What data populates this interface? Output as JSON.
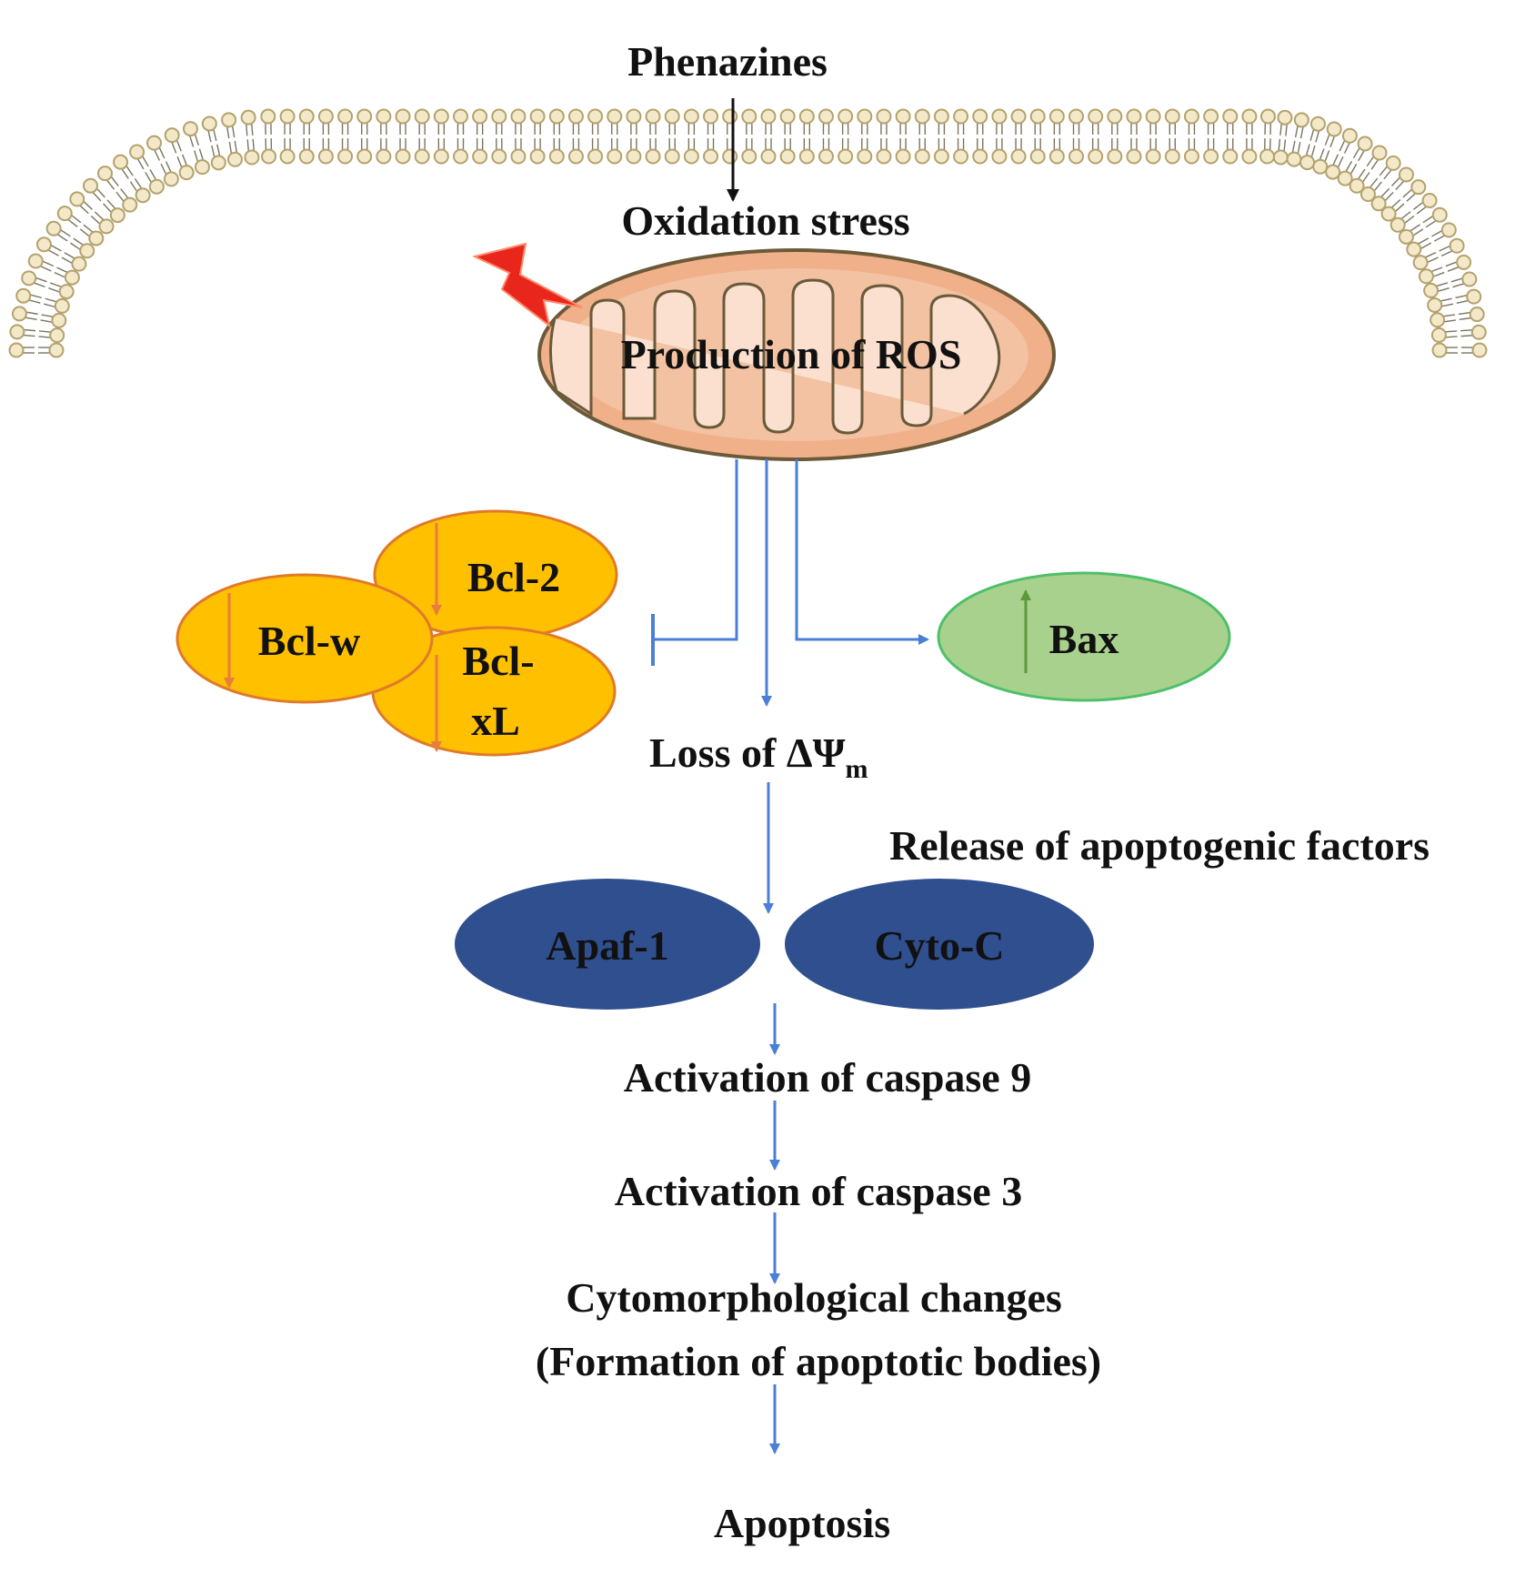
{
  "labels": {
    "phenazines": "Phenazines",
    "oxidation_stress": "Oxidation stress",
    "production_ros": "Production of ROS",
    "bcl2": "Bcl-2",
    "bclw": "Bcl-w",
    "bclxl_line1": "Bcl-",
    "bclxl_line2": "xL",
    "bax": "Bax",
    "loss_prefix": "Loss of ΔΨ",
    "loss_sub": "m",
    "release": "Release of apoptogenic factors",
    "apaf1": "Apaf-1",
    "cytoc": "Cyto-C",
    "caspase9": "Activation of caspase 9",
    "caspase3": "Activation of caspase 3",
    "cytomorph": "Cytomorphological changes",
    "formation": "(Formation of apoptotic bodies)",
    "apoptosis": "Apoptosis"
  },
  "colors": {
    "flow_arrow": "#4a7fd8",
    "bcl_fill": "#ffc000",
    "bcl_stroke": "#e07a2a",
    "down_arrow": "#e87d3e",
    "bax_fill": "#a9d18e",
    "bax_stroke": "#4ec06a",
    "up_arrow": "#5a9a3a",
    "factor_fill": "#2f4f8f",
    "mito_outer": "#f0b08a",
    "mito_inner": "#fbe0d0",
    "mito_stroke": "#6b5a3a",
    "lightning": "#e8261b",
    "lipid_head": "#f3e8c8",
    "lipid_stroke": "#b4a26e"
  },
  "icons": {
    "lightning": "lightning-bolt-icon",
    "membrane": "lipid-bilayer-icon",
    "mitochondrion": "mitochondrion-icon"
  }
}
